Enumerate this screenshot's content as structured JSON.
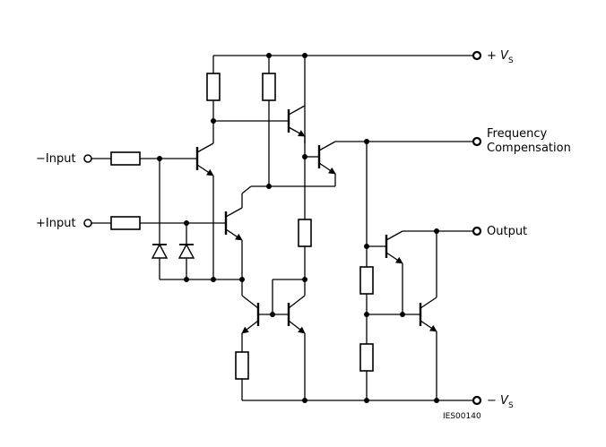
{
  "labels": {
    "plus_vs_prefix": "+ ",
    "plus_vs_v": "V",
    "plus_vs_sub": "S",
    "freq_line1": "Frequency",
    "freq_line2": "Compensation",
    "output": "Output",
    "minus_input": "−Input",
    "plus_input": "+Input",
    "minus_vs_prefix": "− ",
    "minus_vs_v": "V",
    "minus_vs_sub": "S",
    "code": "IES00140"
  }
}
